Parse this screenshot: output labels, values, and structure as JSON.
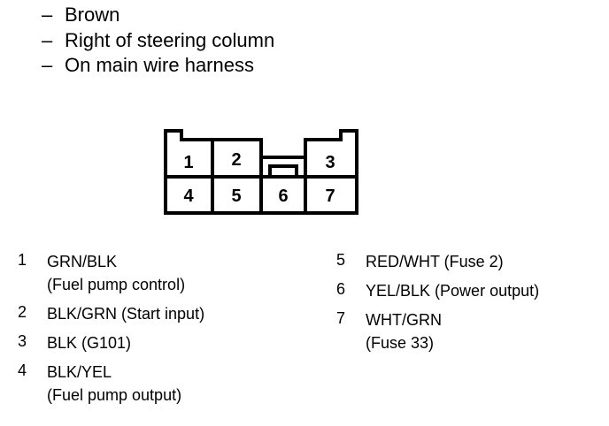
{
  "header": {
    "lines": [
      "Brown",
      "Right of steering column",
      "On main wire harness"
    ],
    "dash": "–"
  },
  "connector": {
    "pins": [
      "1",
      "2",
      "3",
      "4",
      "5",
      "6",
      "7"
    ]
  },
  "legend": {
    "left": [
      {
        "num": "1",
        "lines": [
          "GRN/BLK",
          "(Fuel pump control)"
        ]
      },
      {
        "num": "2",
        "lines": [
          "BLK/GRN (Start input)"
        ]
      },
      {
        "num": "3",
        "lines": [
          "BLK (G101)"
        ]
      },
      {
        "num": "4",
        "lines": [
          "BLK/YEL",
          "(Fuel pump output)"
        ]
      }
    ],
    "right": [
      {
        "num": "5",
        "lines": [
          "RED/WHT (Fuse 2)"
        ]
      },
      {
        "num": "6",
        "lines": [
          "YEL/BLK (Power output)"
        ]
      },
      {
        "num": "7",
        "lines": [
          "WHT/GRN",
          "(Fuse 33)"
        ]
      }
    ]
  }
}
